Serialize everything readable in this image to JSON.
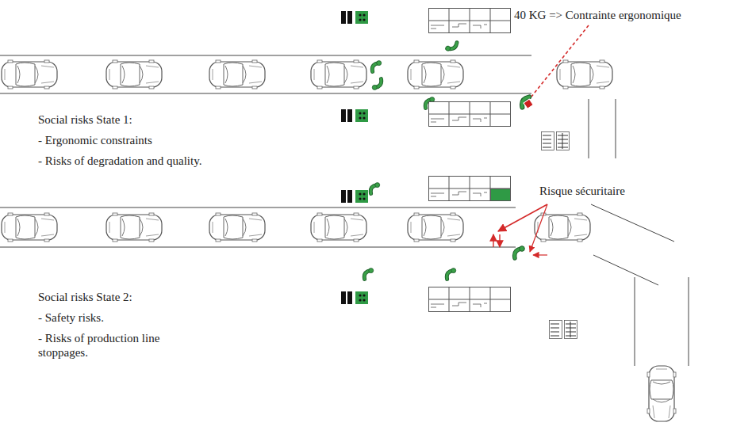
{
  "diagram": {
    "labels": [
      "40 KG => Contrainte ergonomique",
      "Social risks State 1:",
      "- Ergonomic constraints",
      "- Risks of degradation and quality.",
      "Risque sécuritaire",
      "Social risks State 2:",
      "- Safety risks.",
      "- Risks of production line stoppages."
    ]
  }
}
